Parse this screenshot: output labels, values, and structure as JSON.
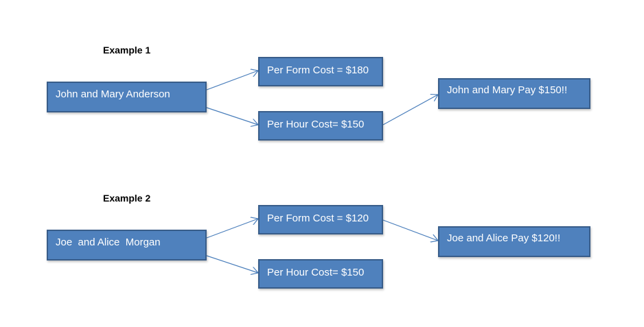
{
  "example1": {
    "heading": "Example 1",
    "source": "John and Mary Anderson",
    "per_form": "Per Form Cost = $180",
    "per_hour": "Per Hour Cost= $150",
    "result": "John and Mary Pay $150!!"
  },
  "example2": {
    "heading": "Example 2",
    "source": "Joe  and Alice  Morgan",
    "per_form": "Per Form Cost = $120",
    "per_hour": "Per Hour Cost= $150",
    "result": "Joe and Alice Pay $120!!"
  },
  "colors": {
    "box_fill": "#4f81bd",
    "box_border": "#385d8a",
    "arrow": "#4a7ebb"
  }
}
